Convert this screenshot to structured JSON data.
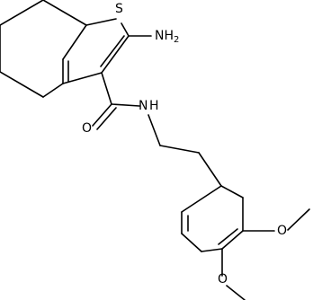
{
  "atoms": {
    "sulfur": "S",
    "amine": "NH2",
    "amine_main": "NH",
    "amine_sub": "2",
    "carbonyl_oxygen": "O",
    "amide_nitrogen": "N",
    "amide_hydrogen": "H",
    "methoxy_top": "O",
    "methoxy_bottom": "O"
  },
  "colors": {
    "stroke": "#000000",
    "background": "#ffffff"
  }
}
